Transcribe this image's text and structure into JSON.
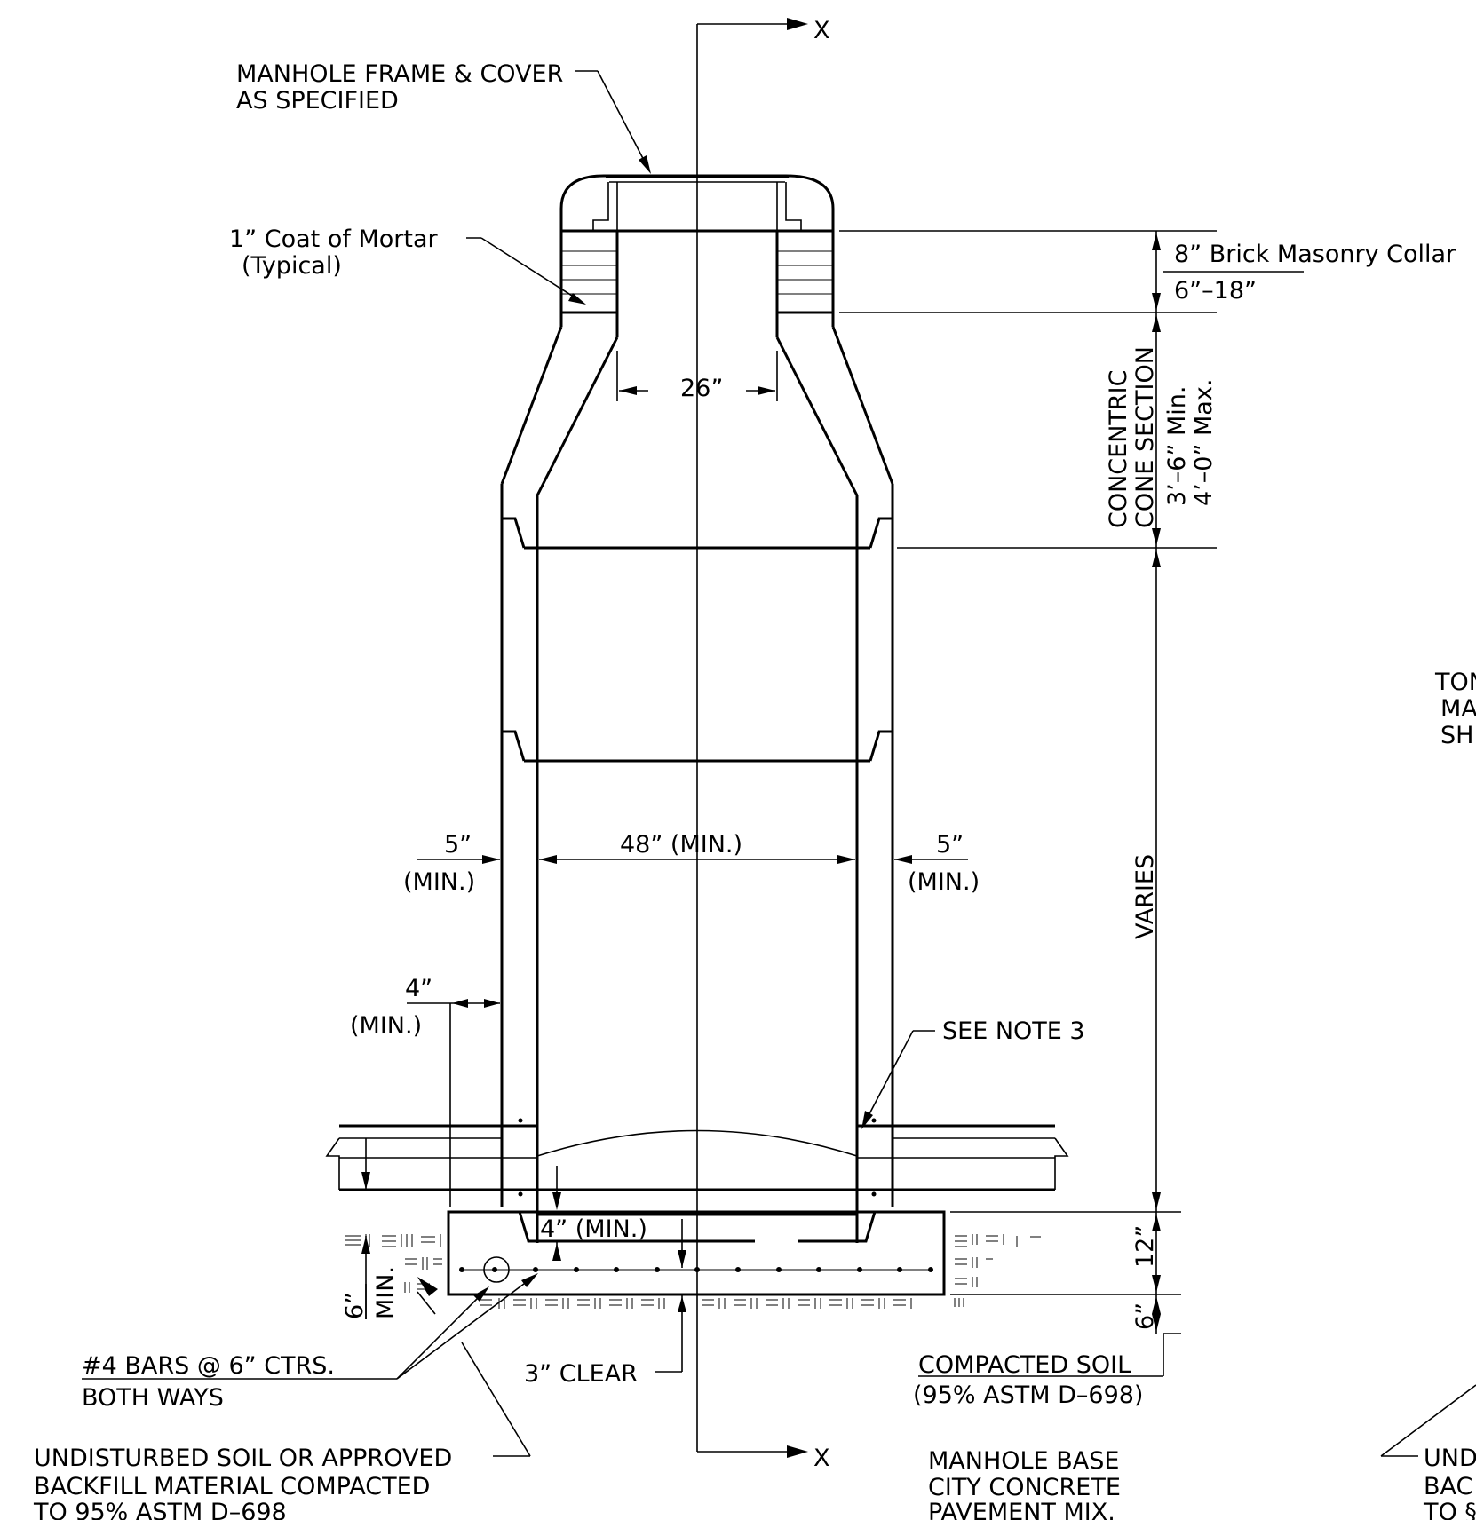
{
  "section_marker": "X",
  "labels": {
    "frame_cover_1": "MANHOLE FRAME & COVER",
    "frame_cover_2": "AS SPECIFIED",
    "mortar_1": "1” Coat of Mortar",
    "mortar_2": "(Typical)",
    "collar": "8” Brick Masonry Collar",
    "collar_range": "6”–18”",
    "cone_1": "CONCENTRIC",
    "cone_2": "CONE SECTION",
    "cone_min": "3’–6” Min.",
    "cone_max": "4’–0” Max.",
    "opening": "26”",
    "inside_dia": "48” (MIN.)",
    "wall_left": "5”",
    "wall_left_min": "(MIN.)",
    "wall_right": "5”",
    "wall_right_min": "(MIN.)",
    "varies": "VARIES",
    "clearance": "4”",
    "clearance_min": "(MIN.)",
    "see_note": "SEE NOTE 3",
    "slab_top": "4” (MIN.)",
    "base_thick": "12”",
    "sub_thick": "6”",
    "side_six": "6”",
    "side_min": "MIN.",
    "bars_1": "#4 BARS @ 6” CTRS.",
    "bars_2": "BOTH WAYS",
    "clear": "3” CLEAR",
    "compacted_1": "COMPACTED SOIL",
    "compacted_2": "(95% ASTM D–698)",
    "undisturbed_1": "UNDISTURBED SOIL OR APPROVED",
    "undisturbed_2": "BACKFILL MATERIAL COMPACTED",
    "undisturbed_3": "TO 95% ASTM D–698",
    "base_1": "MANHOLE BASE",
    "base_2": "CITY CONCRETE",
    "base_3": "PAVEMENT MIX.",
    "cut_ton": "TON",
    "cut_ma": "MA",
    "cut_sh": "SH",
    "cut_und": "UND",
    "cut_bac": "BAC",
    "cut_to": "TO §"
  }
}
